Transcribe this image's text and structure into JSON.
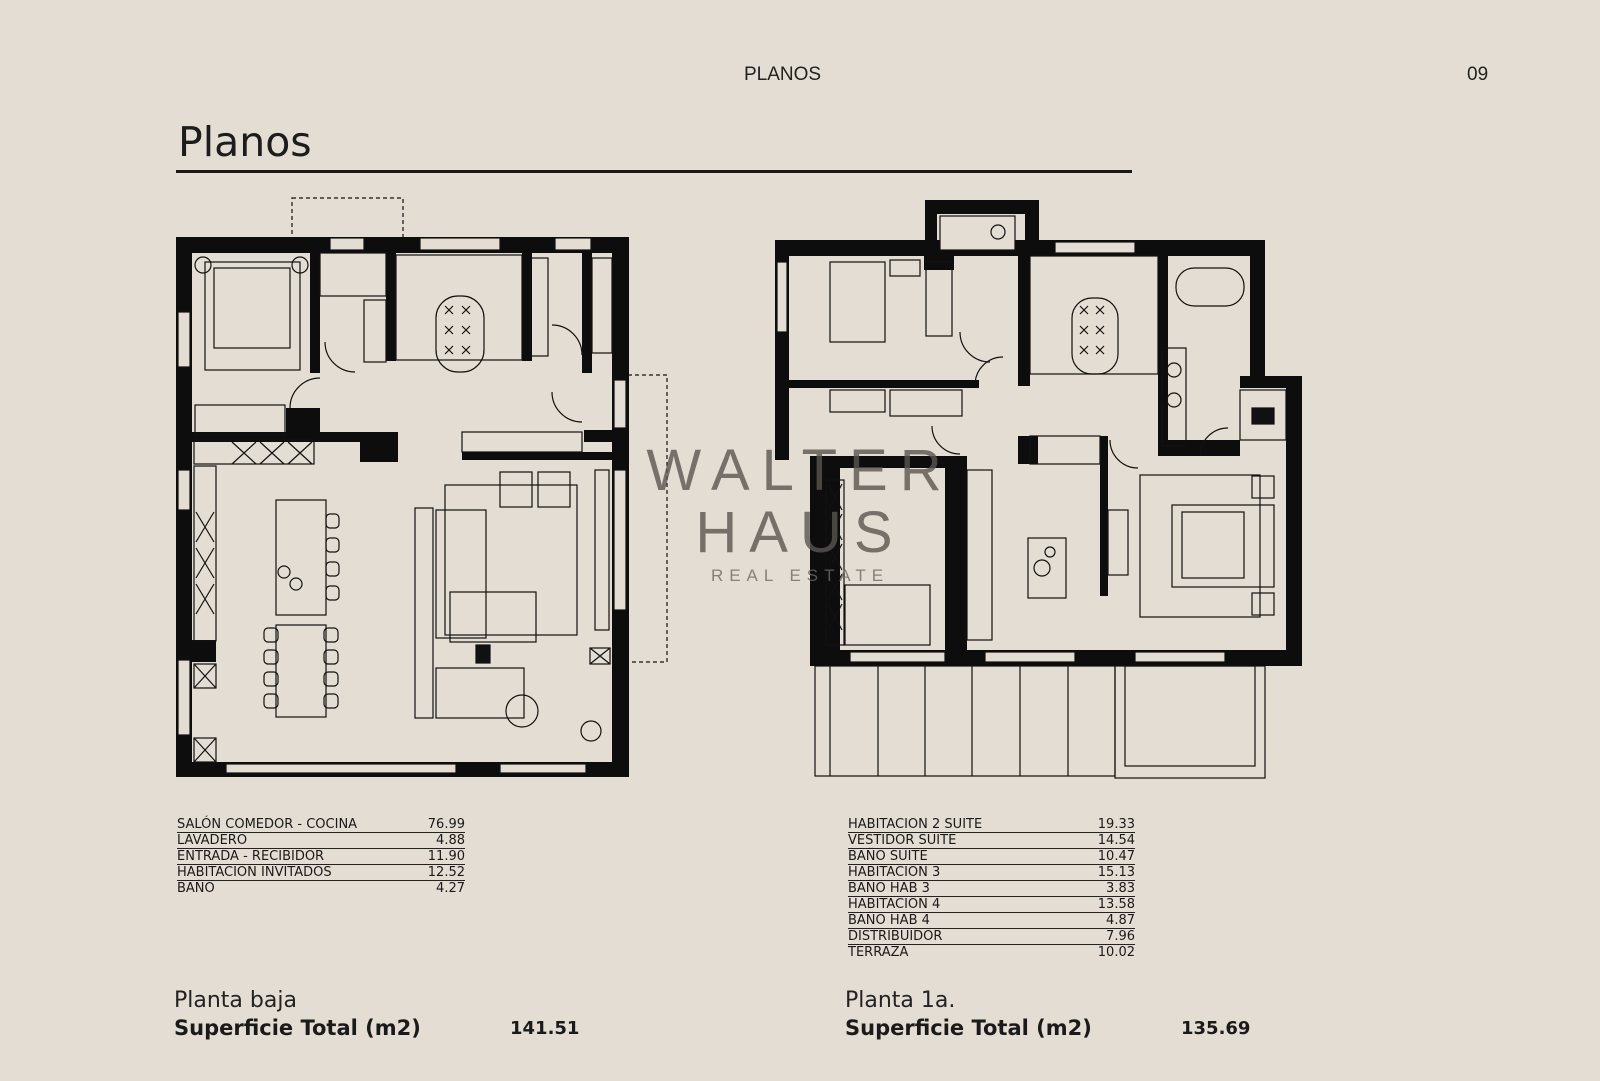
{
  "header": {
    "section": "PLANOS",
    "page_number": "09"
  },
  "title": "Planos",
  "watermark": {
    "brand": "WALTER HAUS",
    "tagline": "REAL ESTATE"
  },
  "ground_floor": {
    "rooms": [
      {
        "name": "SALÓN COMEDOR - COCINA",
        "area": "76.99"
      },
      {
        "name": "LAVADERO",
        "area": "4.88"
      },
      {
        "name": "ENTRADA - RECIBIDOR",
        "area": "11.90"
      },
      {
        "name": "HABITACION INVITADOS",
        "area": "12.52"
      },
      {
        "name": "BAÑO",
        "area": "4.27"
      }
    ],
    "level_label": "Planta baja",
    "total_label": "Superficie Total (m2)",
    "total_value": "141.51"
  },
  "first_floor": {
    "rooms": [
      {
        "name": "HABITACION 2 SUITE",
        "area": "19.33"
      },
      {
        "name": "VESTIDOR SUITE",
        "area": "14.54"
      },
      {
        "name": "BAÑO SUITE",
        "area": "10.47"
      },
      {
        "name": "HABITACION 3",
        "area": "15.13"
      },
      {
        "name": "BAÑO HAB 3",
        "area": "3.83"
      },
      {
        "name": "HABITACION 4",
        "area": "13.58"
      },
      {
        "name": "BAÑO HAB 4",
        "area": "4.87"
      },
      {
        "name": "DISTRIBUIDOR",
        "area": "7.96"
      },
      {
        "name": "TERRAZA",
        "area": "10.02"
      }
    ],
    "level_label": "Planta 1a.",
    "total_label": "Superficie Total (m2)",
    "total_value": "135.69"
  }
}
